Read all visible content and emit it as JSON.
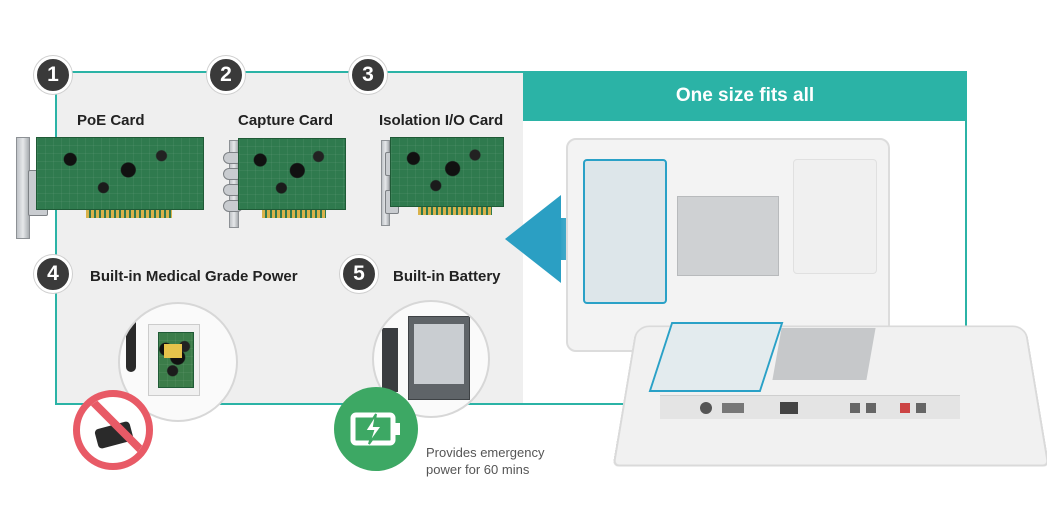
{
  "header": {
    "title": "One size fits all"
  },
  "items": [
    {
      "num": "1",
      "label": "PoE Card"
    },
    {
      "num": "2",
      "label": "Capture Card"
    },
    {
      "num": "3",
      "label": "Isolation I/O Card"
    },
    {
      "num": "4",
      "label": "Built-in Medical Grade Power"
    },
    {
      "num": "5",
      "label": "Built-in Battery"
    }
  ],
  "caption": {
    "line1": "Provides emergency",
    "line2": "power for 60 mins"
  },
  "colors": {
    "teal": "#2bb3a6",
    "arrow": "#2b9fc3",
    "badge": "#3a3a3a",
    "no_sign": "#e85a66",
    "battery": "#3da864"
  },
  "icons": [
    "no-adapter-icon",
    "battery-charging-icon",
    "left-arrow-icon"
  ]
}
